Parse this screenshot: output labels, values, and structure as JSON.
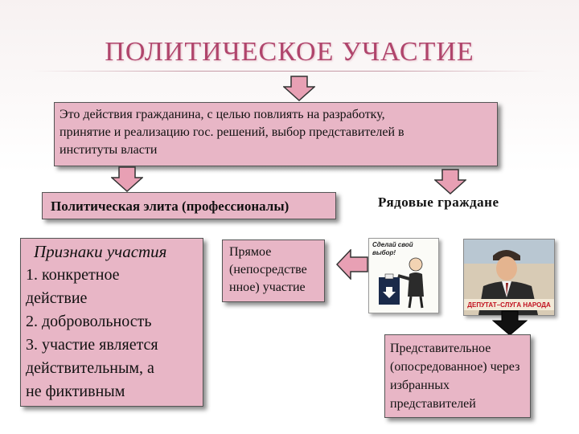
{
  "title": "ПОЛИТИЧЕСКОЕ УЧАСТИЕ",
  "definition": {
    "line1": "Это действия гражданина, с целью повлиять на разработку,",
    "line2": "принятие и реализацию гос. решений, выбор представителей в",
    "line3": "институты власти"
  },
  "elite": {
    "label": "Политическая элита (профессионалы)"
  },
  "citizens": {
    "label": "Рядовые граждане"
  },
  "signs": {
    "heading": "Признаки участия",
    "items": [
      "1. конкретное",
      "действие",
      "2. добровольность",
      "3. участие является",
      "действительным, а",
      "не фиктивным"
    ]
  },
  "direct": {
    "lines": [
      "Прямое",
      "(непосредстве",
      "нное) участие"
    ]
  },
  "representative": {
    "lines": [
      "Представительное",
      "(опосредованное) через",
      "избранных",
      "представителей"
    ]
  },
  "poster1": {
    "caption_line1": "Сделай свой",
    "caption_line2": "выбор!"
  },
  "poster2": {
    "caption": "ДЕПУТАТ–СЛУГА НАРОДА"
  },
  "colors": {
    "box_fill": "#e8b6c6",
    "arrow_fill": "#e8a0b4",
    "arrow_dark": "#111111",
    "title": "#b0456c"
  }
}
